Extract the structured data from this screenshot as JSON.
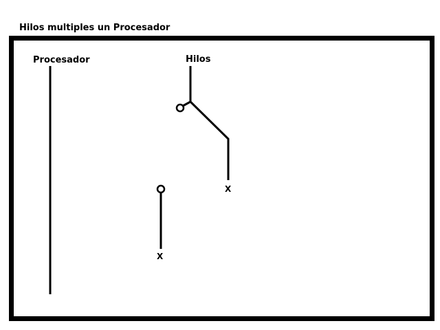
{
  "title": "Hilos multiples un Procesador",
  "labels": {
    "processor": "Procesador",
    "threads": "Hilos",
    "end_mark_1": "X",
    "end_mark_2": "X"
  },
  "colors": {
    "stroke": "#000000",
    "background": "#ffffff"
  }
}
